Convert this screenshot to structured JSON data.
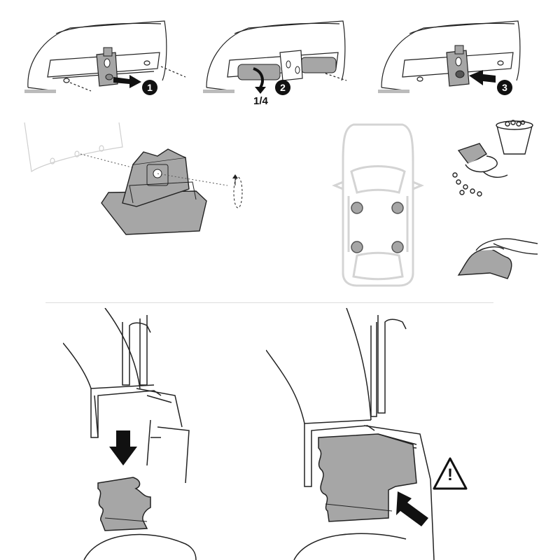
{
  "steps": [
    {
      "number": "1"
    },
    {
      "number": "2",
      "rotation_label": "1/4"
    },
    {
      "number": "3"
    }
  ],
  "warning_symbol": "!",
  "icons": [
    "bucket-icon",
    "sponge-icon",
    "cloth-icon",
    "warning-icon",
    "arrow-down-icon",
    "arrow-diagonal-icon"
  ],
  "colors": {
    "line": "#222222",
    "part_fill": "#a6a6a6",
    "car_outline": "#d4d4d4",
    "badge": "#111111"
  }
}
